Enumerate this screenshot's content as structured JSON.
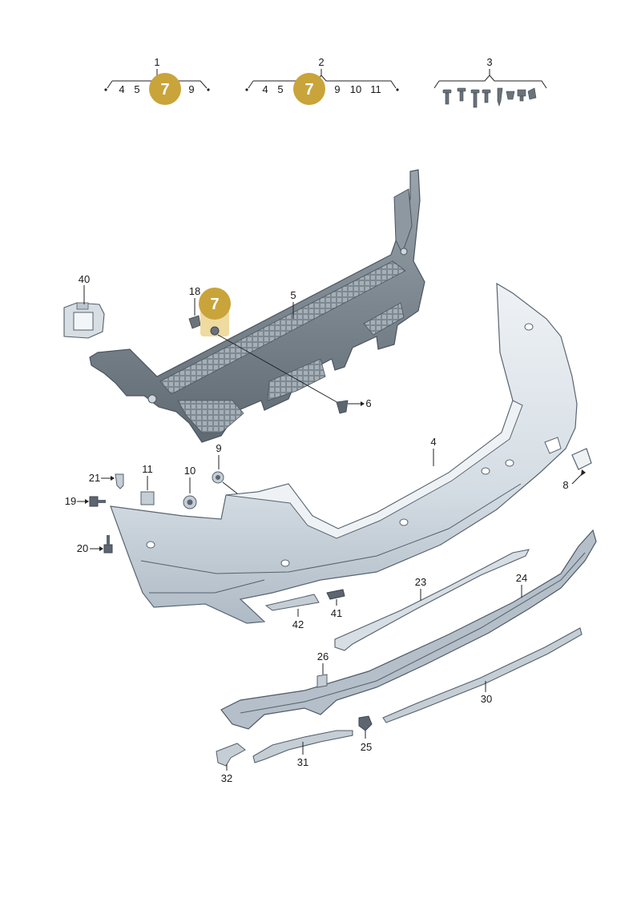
{
  "groups": [
    {
      "id": "1",
      "items": [
        "4",
        "5",
        "9"
      ],
      "badge": "7"
    },
    {
      "id": "2",
      "items": [
        "4",
        "5",
        "9",
        "10",
        "11"
      ],
      "badge": "7"
    },
    {
      "id": "3",
      "items": []
    }
  ],
  "callout_badge": "7",
  "part_labels": {
    "p4": "4",
    "p5": "5",
    "p6": "6",
    "p8": "8",
    "p9": "9",
    "p10": "10",
    "p11": "11",
    "p18": "18",
    "p19": "19",
    "p20": "20",
    "p21": "21",
    "p23": "23",
    "p24": "24",
    "p25": "25",
    "p26": "26",
    "p30": "30",
    "p31": "31",
    "p32": "32",
    "p40": "40",
    "p41": "41",
    "p42": "42"
  },
  "colors": {
    "badge_fill": "#c9a43a",
    "badge_highlight": "#efdba0",
    "part_fill": "#dfe6ec",
    "part_shade": "#b8c3cd",
    "dark_part": "#5d6670"
  }
}
